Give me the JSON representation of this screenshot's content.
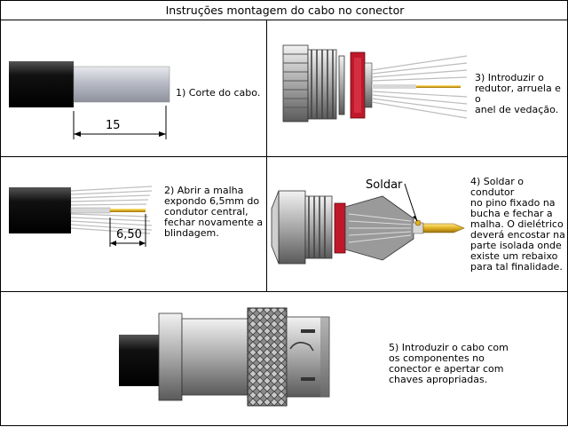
{
  "title": "Instruções montagem do cabo no conector",
  "steps": {
    "s1": "1) Corte do cabo.",
    "s2": [
      "2) Abrir a malha",
      "expondo 6,5mm do",
      "condutor central,",
      "fechar novamente a",
      "blindagem."
    ],
    "s3": [
      "3) Introduzir o",
      "redutor, arruela e o",
      "anel de vedação."
    ],
    "s4": [
      "4) Soldar o condutor",
      "no pino fixado na",
      "bucha e fechar a",
      "malha. O dielétrico",
      "deverá encostar na",
      "parte isolada onde",
      "existe um rebaixo",
      "para tal finalidade."
    ],
    "s5": [
      "5) Introduzir o cabo com",
      "os componentes no",
      "conector e apertar com",
      "chaves apropriadas."
    ]
  },
  "dimensions": {
    "cut_length": "15",
    "exposed_length": "6,50"
  },
  "labels": {
    "solder": "Soldar"
  },
  "colors": {
    "jacket": "#0b0b0b",
    "insulation": "#b9bcc6",
    "braid": "#c8c8c8",
    "metal": "#9a9a9a",
    "seal": "#c0182a",
    "pin": "#e0b020"
  }
}
